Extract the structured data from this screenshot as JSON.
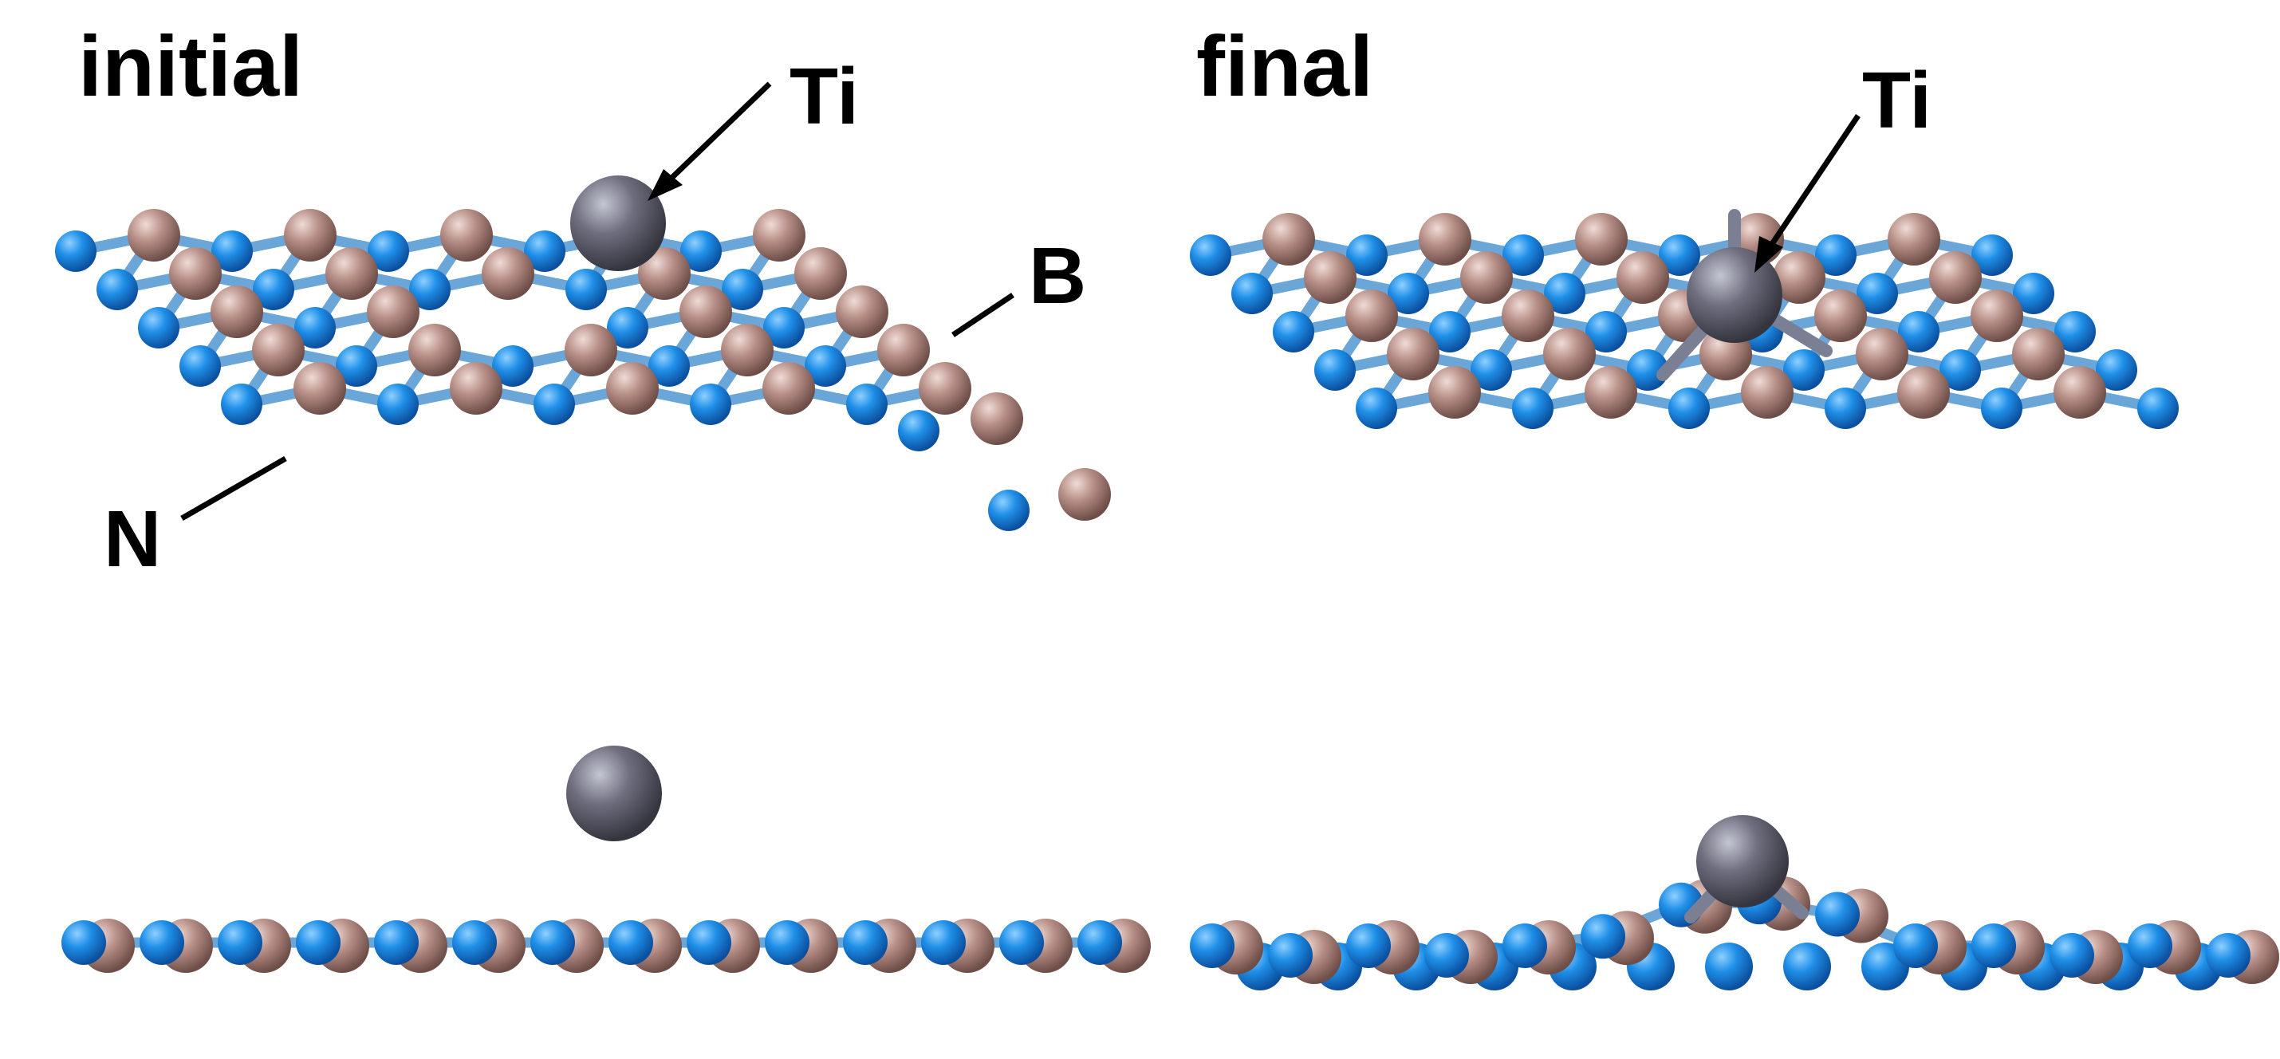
{
  "panels": {
    "initial_title": "initial",
    "final_title": "final"
  },
  "labels": {
    "ti_initial": "Ti",
    "ti_final": "Ti",
    "boron": "B",
    "nitrogen": "N"
  },
  "colors": {
    "nitrogen": "#1f8fe8",
    "boron": "#b89088",
    "titanium": "#6e6e7e",
    "bond_bn": "#6aa6d8",
    "bond_ti": "#7a7f94",
    "label": "#000000",
    "background": "#ffffff"
  }
}
